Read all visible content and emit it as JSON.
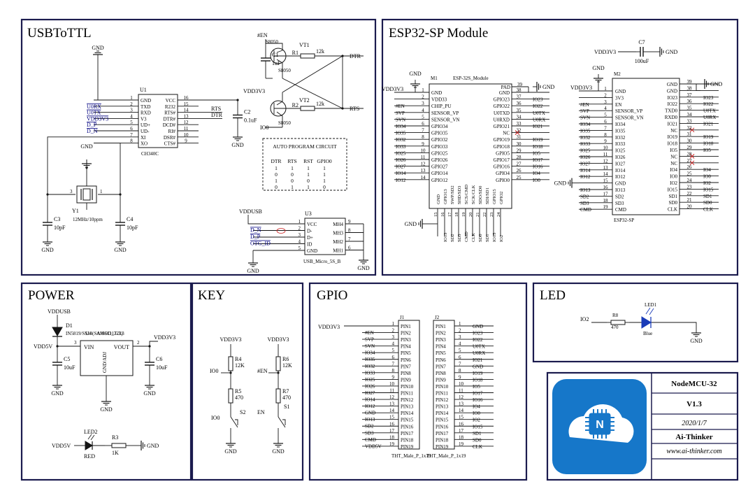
{
  "colors": {
    "frame": "#1b1b4e",
    "wire": "#141414",
    "net": "#000080",
    "logo_bg": "#1677c9",
    "logo_fg": "#ffffff",
    "led": "#1a3cb8",
    "x_mark": "#cc2222"
  },
  "panels": {
    "usb": {
      "title": "USBToTTL"
    },
    "esp": {
      "title": "ESP32-SP Module"
    },
    "power": {
      "title": "POWER"
    },
    "key": {
      "title": "KEY"
    },
    "gpio": {
      "title": "GPIO"
    },
    "led": {
      "title": "LED"
    }
  },
  "usb": {
    "u1": {
      "ref": "U1",
      "part": "CH340C",
      "left_nets": [
        "U0RX",
        "U0TX",
        "VDD3V3",
        "D_P",
        "D_N"
      ],
      "left_pins": [
        "1",
        "2",
        "3",
        "4",
        "5",
        "6",
        "7",
        "8"
      ],
      "left_names": [
        "GND",
        "TXD",
        "RXD",
        "V3",
        "UD+",
        "UD-",
        "XI",
        "XO"
      ],
      "right_names": [
        "VCC",
        "R232",
        "RTS#",
        "DTR#",
        "DCD#",
        "RI#",
        "DSR#",
        "CTS#"
      ],
      "right_pins": [
        "16",
        "15",
        "14",
        "13",
        "12",
        "11",
        "10",
        "9"
      ]
    },
    "gnd": "GND",
    "vdd3v3": "VDD3V3",
    "nets": {
      "rts": "RTS",
      "dtr": "DTR",
      "io0": "IO0",
      "en": "#EN",
      "dtr_out": "DTR",
      "rts_out": "RTS"
    },
    "c1": {
      "ref": "C1",
      "value": "1uF"
    },
    "c2": {
      "ref": "C2",
      "value": "0.1uF"
    },
    "c3": {
      "ref": "C3",
      "value": "10pF"
    },
    "c4": {
      "ref": "C4",
      "value": "10pF"
    },
    "vt1": {
      "ref": "VT1",
      "r": "R1",
      "rv": "12k",
      "part": "S8050"
    },
    "vt2": {
      "ref": "VT2",
      "r": "R2",
      "rv": "12k",
      "part": "S8050"
    },
    "y1": {
      "ref": "Y1",
      "value": "12MHz/10ppm",
      "p3": "3",
      "p1": "1"
    },
    "auto": {
      "title": "AUTO PROGRAM CIRCUIT",
      "headers": [
        "DTR",
        "RTS",
        "RST",
        "GPIO0"
      ],
      "rows": [
        [
          "1",
          "1",
          "1",
          "1"
        ],
        [
          "0",
          "0",
          "1",
          "1"
        ],
        [
          "1",
          "0",
          "0",
          "1"
        ],
        [
          "0",
          "1",
          "1",
          "0"
        ]
      ]
    },
    "u3": {
      "ref": "U3",
      "part": "USB_Micro_5S_B",
      "vdd": "VDDUSB",
      "nets": [
        "D_N",
        "D_P",
        "OTG_ID"
      ],
      "left_pins": [
        "1",
        "2",
        "3",
        "4",
        "5"
      ],
      "left_names": [
        "VCC",
        "D-",
        "D+",
        "ID",
        "GND"
      ],
      "right_names": [
        "MH4",
        "MH3",
        "MH2",
        "MH1"
      ],
      "right_pins": [
        "9",
        "8",
        "7",
        "6"
      ]
    }
  },
  "esp": {
    "m1": {
      "ref": "M1",
      "part": "ESP-32S_Module",
      "pad": "PAD",
      "pad_pin": "39",
      "gnd": "GND",
      "vdd": "VDD3V3",
      "left_nets": [
        "",
        "",
        "#EN",
        "SVP",
        "SVN",
        "IO34",
        "IO35",
        "IO32",
        "IO33",
        "IO25",
        "IO26",
        "IO27",
        "IO14",
        "IO12"
      ],
      "left_pins": [
        "1",
        "2",
        "3",
        "4",
        "5",
        "6",
        "7",
        "8",
        "9",
        "10",
        "11",
        "12",
        "13",
        "14"
      ],
      "left_names": [
        "GND",
        "VDD33",
        "CHIP_PU",
        "SENSOR_VP",
        "SENSOR_VN",
        "GPIO34",
        "GPIO35",
        "GPIO32",
        "GPIO33",
        "GPIO25",
        "GPIO26",
        "GPIO27",
        "GPIO14",
        "GPIO12"
      ],
      "right_names": [
        "GND",
        "GPIO23",
        "GPIO22",
        "U0TXD",
        "U0RXD",
        "GPIO21",
        "NC",
        "GPIO19",
        "GPIO18",
        "GPIO5",
        "GPIO17",
        "GPIO16",
        "GPIO4",
        "GPIO0"
      ],
      "right_pins": [
        "38",
        "37",
        "36",
        "35",
        "34",
        "33",
        "32",
        "31",
        "30",
        "29",
        "28",
        "27",
        "26",
        "25"
      ],
      "right_nets": [
        "",
        "IO23",
        "IO22",
        "U0TX",
        "U0RX",
        "IO21",
        "",
        "IO19",
        "IO18",
        "IO5",
        "IO17",
        "IO16",
        "IO4",
        "IO0"
      ],
      "bottom_names": [
        "GND",
        "GPIO13",
        "SWP/SD2",
        "SHD/SD3",
        "SCS/CMD",
        "SCK/CLK",
        "SDO/SD0",
        "SDI/SD1",
        "GPIO15",
        "GPIO2"
      ],
      "bottom_pins": [
        "15",
        "16",
        "17",
        "18",
        "19",
        "20",
        "21",
        "22",
        "23",
        "24"
      ],
      "bottom_nets": [
        "",
        "IO13",
        "SD2",
        "SD3",
        "CMD",
        "CLK",
        "SD0",
        "SD1",
        "IO15",
        "IO2"
      ]
    },
    "m2": {
      "ref": "M2",
      "part": "ESP32-SP",
      "gnd": "GND",
      "vdd": "VDD3V3",
      "left_nets": [
        "",
        "",
        "#EN",
        "SVP",
        "SVN",
        "IO34",
        "IO35",
        "IO32",
        "IO33",
        "IO25",
        "IO26",
        "IO27",
        "IO14",
        "IO12",
        "",
        "IO13",
        "SD2",
        "SD3",
        "CMD"
      ],
      "left_pins": [
        "1",
        "2",
        "3",
        "4",
        "5",
        "6",
        "7",
        "8",
        "9",
        "10",
        "11",
        "12",
        "13",
        "14",
        "15",
        "16",
        "17",
        "18",
        "19"
      ],
      "left_names": [
        "GND",
        "3V3",
        "EN",
        "SENSOR_VP",
        "SENSOR_VN",
        "IO34",
        "IO35",
        "IO32",
        "IO33",
        "IO25",
        "IO26",
        "IO27",
        "IO14",
        "IO12",
        "GND",
        "IO13",
        "SD2",
        "SD3",
        "CMD"
      ],
      "right_names": [
        "GND",
        "GND",
        "IO23",
        "IO22",
        "TXD0",
        "RXD0",
        "IO21",
        "NC",
        "IO19",
        "IO18",
        "IO5",
        "NC",
        "NC",
        "IO4",
        "IO0",
        "IO2",
        "IO15",
        "SD1",
        "SD0",
        "CLK"
      ],
      "right_pins": [
        "39",
        "38",
        "37",
        "36",
        "35",
        "34",
        "33",
        "32",
        "31",
        "30",
        "29",
        "28",
        "27",
        "26",
        "25",
        "24",
        "23",
        "22",
        "21",
        "20"
      ],
      "right_nets": [
        "",
        "",
        "IO23",
        "IO22",
        "U0TX",
        "U0RX",
        "IO21",
        "",
        "IO19",
        "IO18",
        "IO5",
        "",
        "",
        "IO4",
        "IO0",
        "IO2",
        "IO15",
        "SD1",
        "SD0",
        "CLK"
      ]
    },
    "c7": {
      "ref": "C7",
      "value": "100uF",
      "vdd": "VDD3V3",
      "gnd": "GND"
    }
  },
  "power": {
    "vddusb": "VDDUSB",
    "vdd5v": "VDD5V",
    "vdd3v3": "VDD3V3",
    "d1": {
      "ref": "D1",
      "part": "IN5819/SS14(SA/SOD_323)"
    },
    "u4": {
      "ref": "U4",
      "part": "AMS1117-3.3",
      "vin": "VIN",
      "vout": "VOUT",
      "gnd": "GND/ADJ",
      "p3": "3",
      "p2": "2",
      "p1": "1"
    },
    "c5": {
      "ref": "C5",
      "value": "10uF"
    },
    "c6": {
      "ref": "C6",
      "value": "10uF"
    },
    "led2": {
      "ref": "LED2",
      "color": "RED"
    },
    "r3": {
      "ref": "R3",
      "value": "1K"
    },
    "gnd": "GND"
  },
  "key": {
    "vdd": "VDD3V3",
    "gnd": "GND",
    "left": {
      "r4": "R4",
      "r4v": "12K",
      "r5": "R5",
      "r5v": "470",
      "net": "IO0",
      "sw": "S2",
      "swnet": "IO0"
    },
    "right": {
      "r6": "R6",
      "r6v": "12K",
      "r7": "R7",
      "r7v": "470",
      "net": "#EN",
      "sw": "S1",
      "swnet": "EN"
    }
  },
  "gpio": {
    "vdd": "VDD3V3",
    "j1": {
      "ref": "J1",
      "part": "THT_Male_P_1x19",
      "nets": [
        "#EN",
        "SVP",
        "SVN",
        "IO34",
        "IO35",
        "IO32",
        "IO33",
        "IO25",
        "IO26",
        "IO27",
        "IO14",
        "IO12",
        "GND",
        "IO13",
        "SD2",
        "SD3",
        "CMD",
        "VDD5V"
      ],
      "pins": [
        "1",
        "2",
        "3",
        "4",
        "5",
        "6",
        "7",
        "8",
        "9",
        "10",
        "11",
        "12",
        "13",
        "14",
        "15",
        "16",
        "17",
        "18",
        "19"
      ],
      "names": [
        "PIN1",
        "PIN2",
        "PIN3",
        "PIN4",
        "PIN5",
        "PIN6",
        "PIN7",
        "PIN8",
        "PIN9",
        "PIN10",
        "PIN11",
        "PIN12",
        "PIN13",
        "PIN14",
        "PIN15",
        "PIN16",
        "PIN17",
        "PIN18",
        "PIN19"
      ]
    },
    "j2": {
      "ref": "J2",
      "part": "THT_Male_P_1x19",
      "nets": [
        "GND",
        "IO23",
        "IO22",
        "U0TX",
        "U0RX",
        "IO21",
        "GND",
        "IO19",
        "IO18",
        "IO5",
        "IO17",
        "IO16",
        "IO4",
        "IO0",
        "IO2",
        "IO15",
        "SD1",
        "SD0",
        "CLK"
      ],
      "pins": [
        "1",
        "2",
        "3",
        "4",
        "5",
        "6",
        "7",
        "8",
        "9",
        "10",
        "11",
        "12",
        "13",
        "14",
        "15",
        "16",
        "17",
        "18",
        "19"
      ],
      "names": [
        "PIN1",
        "PIN2",
        "PIN3",
        "PIN4",
        "PIN5",
        "PIN6",
        "PIN7",
        "PIN8",
        "PIN9",
        "PIN10",
        "PIN11",
        "PIN12",
        "PIN13",
        "PIN14",
        "PIN15",
        "PIN16",
        "PIN17",
        "PIN18",
        "PIN19"
      ]
    }
  },
  "led": {
    "net": "IO2",
    "r": "R8",
    "rv": "470",
    "ref": "LED1",
    "color": "Blue",
    "gnd": "GND"
  },
  "titleblock": {
    "board": "NodeMCU-32",
    "version": "V1.3",
    "date": "2020/1/7",
    "company": "Ai-Thinker",
    "url": "www.ai-thinker.com",
    "logo_letter": "N"
  }
}
